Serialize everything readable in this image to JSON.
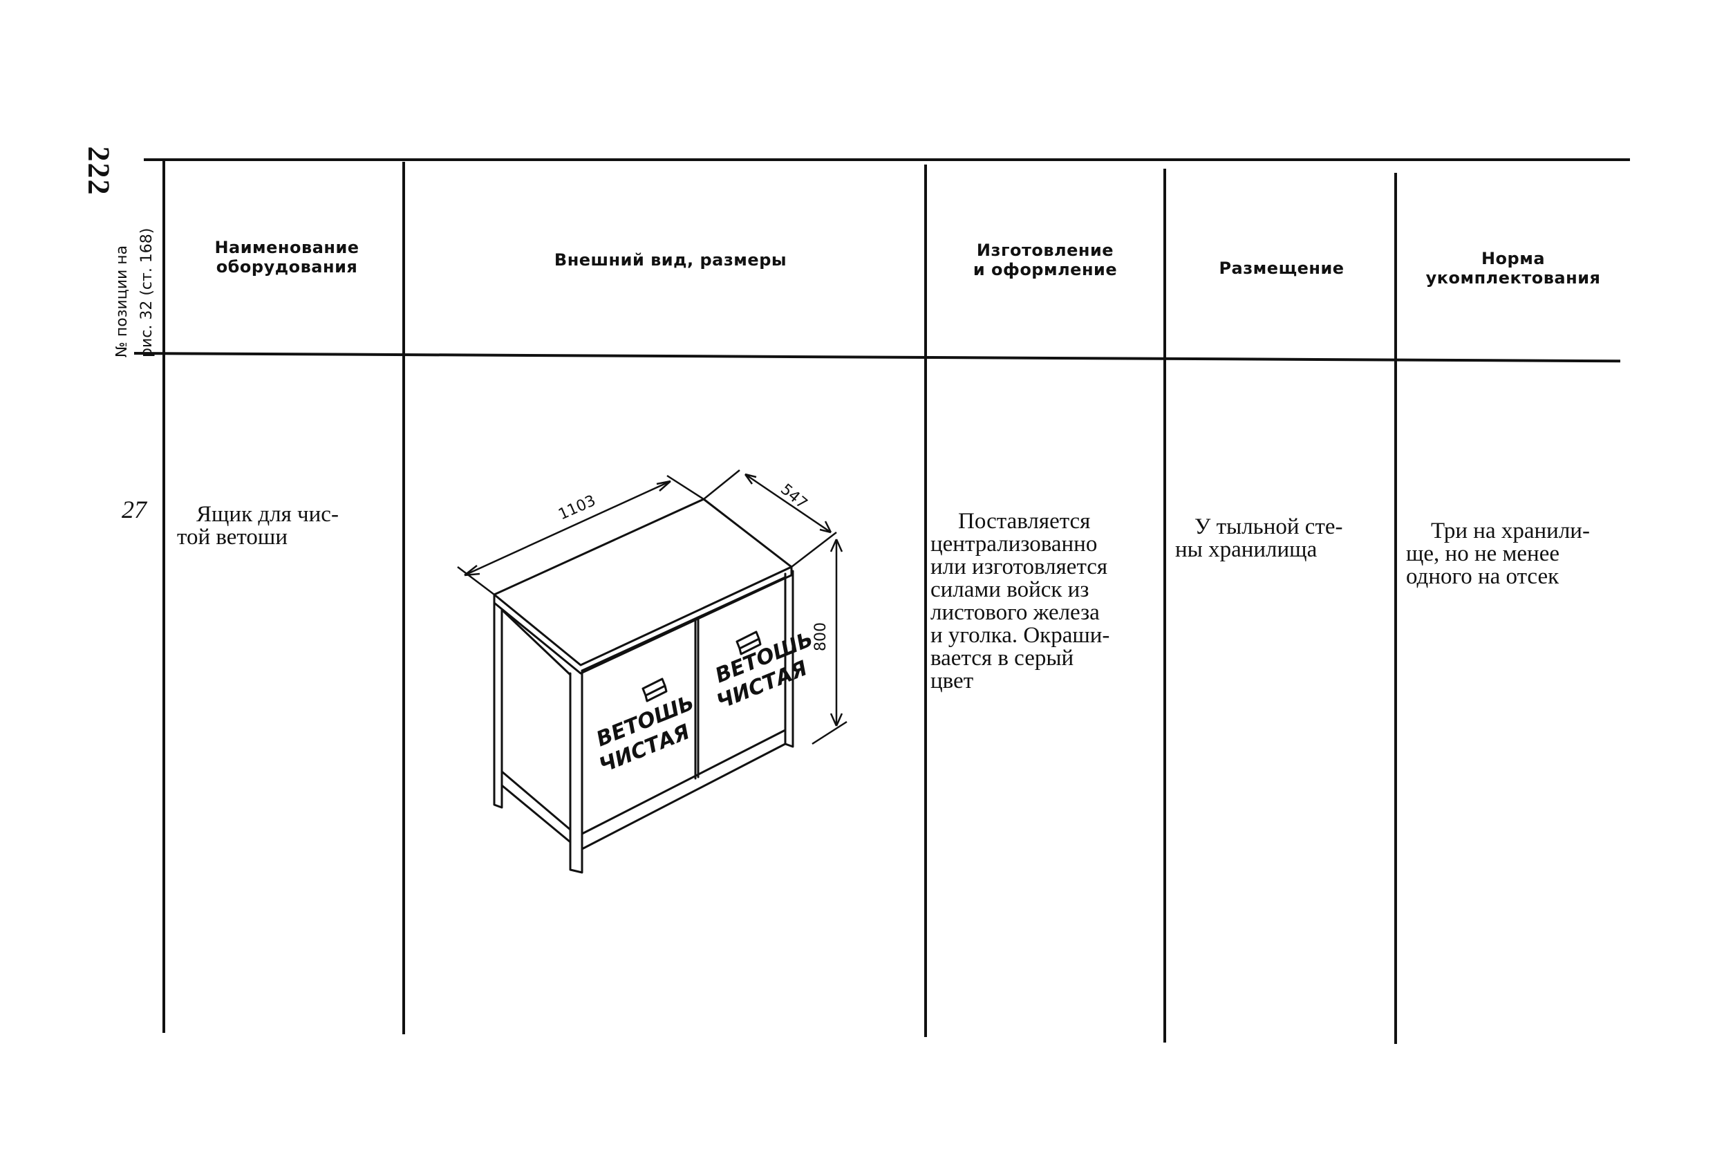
{
  "page": {
    "number": "222"
  },
  "header": {
    "position_col": [
      "№ позиции на",
      "рис. 32 (ст. 168)"
    ],
    "name_col": [
      "Наименование",
      "оборудования"
    ],
    "view_col": [
      "Внешний вид, размеры"
    ],
    "manufacture_col": [
      "Изготовление",
      "и оформление"
    ],
    "placement_col": [
      "Размещение"
    ],
    "norm_col": [
      "Норма",
      "укомплектования"
    ]
  },
  "row": {
    "number": "27",
    "name": [
      "Ящик для чис-",
      "той ветоши"
    ],
    "manufacture": [
      "Поставляется",
      "централизованно",
      "или изготовляется",
      "силами войск из",
      "листового железа",
      "и уголка. Окраши-",
      "вается в серый",
      "цвет"
    ],
    "placement": [
      "У тыльной сте-",
      "ны хранилища"
    ],
    "norm": [
      "Три на хранили-",
      "ще, но не менее",
      "одного на отсек"
    ]
  },
  "drawing": {
    "dim_length": "1103",
    "dim_depth": "547",
    "dim_height": "800",
    "label_left": [
      "ВЕТОШЬ",
      "ЧИСТАЯ"
    ],
    "label_right": [
      "ВЕТОШЬ",
      "ЧИСТАЯ"
    ]
  }
}
